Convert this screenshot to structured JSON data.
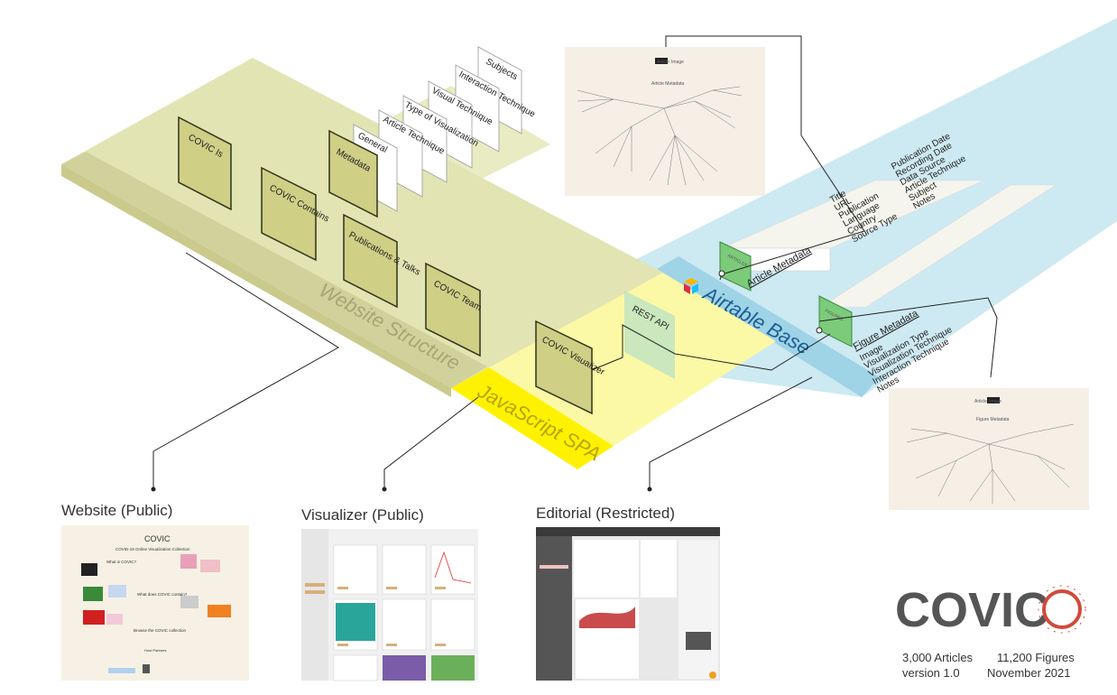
{
  "website_structure": {
    "label": "Website Structure",
    "boxes": [
      "COVIC Is",
      "COVIC Contains",
      "Publications & Talks",
      "COVIC Team",
      "COVIC Visualizer"
    ],
    "metadata_box": "Metadata",
    "metadata_cards": [
      "General",
      "Article Technique",
      "Type of Visualization",
      "Visual Technique",
      "Interaction Technique",
      "Subjects"
    ]
  },
  "spa": {
    "label": "JavaScript SPA",
    "api": "REST API"
  },
  "airtable": {
    "label": "Airtable Base",
    "article_table": {
      "title": "Article Metadata",
      "tab": "ARTICLES",
      "fields_left": [
        "Title",
        "URL",
        "Publication",
        "Language",
        "Country",
        "Source Type"
      ],
      "fields_right": [
        "Publication Date",
        "Recording Date",
        "Data Source",
        "Article Technique",
        "Subject",
        "Notes"
      ]
    },
    "figure_table": {
      "title": "Figure Metadata",
      "tab": "FIGURES",
      "fields": [
        "Image",
        "Visualization Type",
        "Visualization Technique",
        "Interaction Technique",
        "Notes"
      ]
    }
  },
  "tree_panels": {
    "article": {
      "tabs": [
        "Article",
        "Image"
      ],
      "title": "Article Metadata"
    },
    "figure": {
      "tabs": [
        "Article",
        "Image"
      ],
      "title": "Figure Metadata"
    }
  },
  "screenshots": {
    "website": {
      "caption": "Website (Public)",
      "logo": "COVIC",
      "heading": "COVID-19 Online Visualization Collection",
      "links": [
        "What is COVIC?",
        "What does COVIC contain?",
        "Browse the COVIC collection"
      ],
      "footer": "Host Partners"
    },
    "visualizer": {
      "caption": "Visualizer (Public)"
    },
    "editorial": {
      "caption": "Editorial (Restricted)"
    }
  },
  "logo": {
    "text": "COVIC",
    "stats": [
      "3,000 Articles",
      "11,200 Figures"
    ],
    "version": [
      "version 1.0",
      "November 2021"
    ]
  },
  "colors": {
    "olive": "#d6d79a",
    "olive_dark": "#c3c383",
    "yellow": "#fbf9a8",
    "spa_yellow": "#fff200",
    "light_blue": "#c9e8f1",
    "airtable_blue": "#9fd4e6",
    "green": "#6cc16e",
    "box_fill": "#cfcf86",
    "box_border": "#2f3318"
  }
}
